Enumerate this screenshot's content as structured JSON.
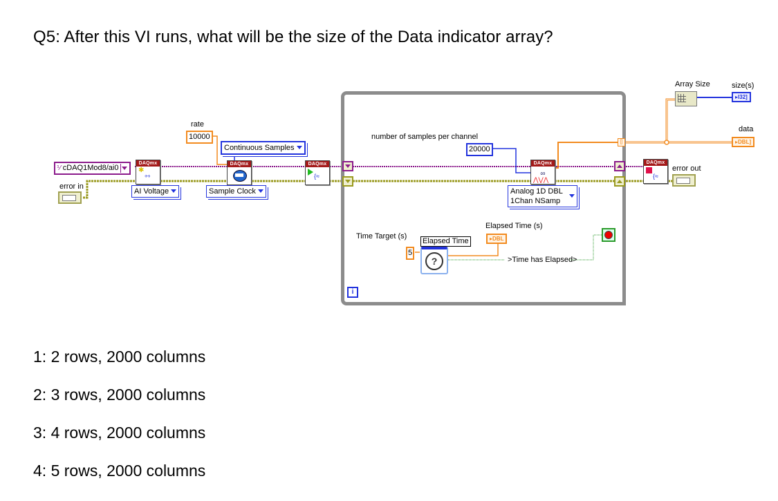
{
  "question": "Q5:  After this VI runs, what will be the size of the Data indicator array?",
  "answers": [
    "1:  2 rows, 2000 columns",
    "2:  3 rows, 2000 columns",
    "3:  4 rows, 2000 columns",
    "4:  5 rows, 2000 columns"
  ],
  "diagram": {
    "physical_channel": "cDAQ1Mod8/ai0",
    "error_in_label": "error in",
    "rate_label": "rate",
    "rate_value": "10000",
    "sample_mode": "Continuous Samples",
    "create_channel_type": "AI Voltage",
    "timing_type": "Sample Clock",
    "vi_header": "DAQmx",
    "samples_per_channel_label": "number of samples per channel",
    "samples_per_channel_value": "20000",
    "read_mode_line1": "Analog 1D DBL",
    "read_mode_line2": "1Chan NSamp",
    "time_target_label": "Time Target (s)",
    "time_target_value": "5",
    "elapsed_time_node": "Elapsed Time",
    "elapsed_time_out_label": "Elapsed Time (s)",
    "dbl_tag": "DBL",
    "time_has_elapsed": ">Time has Elapsed>",
    "iteration_terminal": "i",
    "array_size_label": "Array Size",
    "size_label": "size(s)",
    "i32_tag": "I32",
    "data_label": "data",
    "error_out_label": "error out"
  },
  "colors": {
    "dbl_wire": "#f28a1e",
    "int_wire": "#2233dd",
    "task_wire": "#8b1a8b",
    "error_wire": "#9a9a20",
    "bool_wire": "#2a9a2a",
    "loop_frame": "#8c8c8c",
    "daqmx_header": "#a41a1a"
  }
}
